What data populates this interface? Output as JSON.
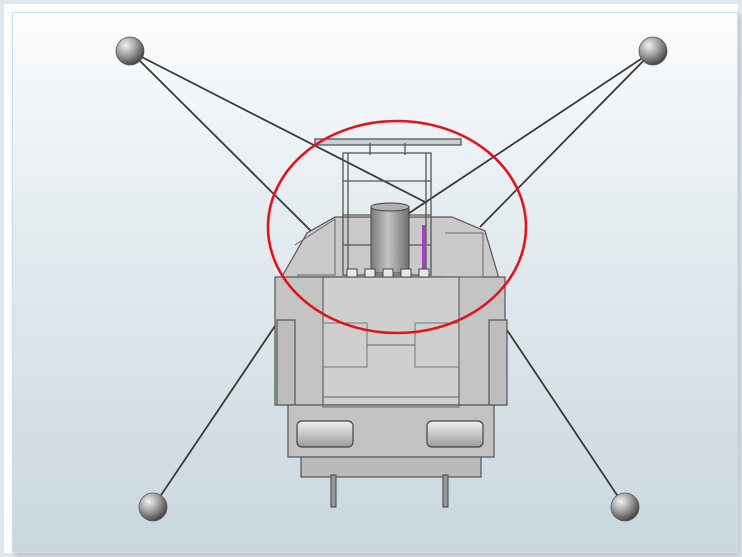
{
  "scene": {
    "colors": {
      "highlight_circle": "#e0151c",
      "body_fill": "#c9c9c9",
      "body_stroke": "#555555",
      "cable": "#3a3a3a",
      "accent_bar": "#a040c0"
    },
    "anchors": [
      {
        "id": "top-left"
      },
      {
        "id": "top-right"
      },
      {
        "id": "bottom-left"
      },
      {
        "id": "bottom-right"
      }
    ]
  }
}
